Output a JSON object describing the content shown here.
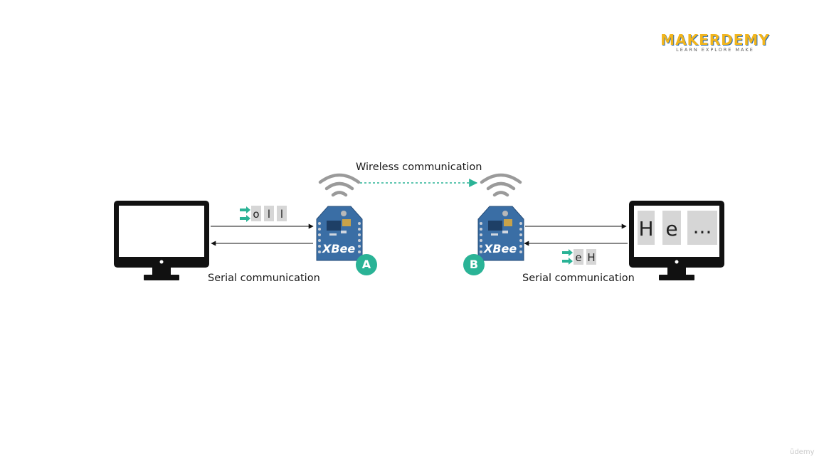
{
  "logo": {
    "word": "MAKERDEMY",
    "tagline": "LEARN EXPLORE MAKE"
  },
  "labels": {
    "wireless": "Wireless communication",
    "serial_left": "Serial communication",
    "serial_right": "Serial communication"
  },
  "badges": {
    "a": "A",
    "b": "B"
  },
  "module_text": "XBee",
  "left_buffer": [
    "o",
    "l",
    "l"
  ],
  "right_buffer": [
    "e",
    "H"
  ],
  "screen_text": [
    "H",
    "e",
    "..."
  ],
  "watermark": "ūdemy",
  "colors": {
    "accent": "#2ab396",
    "monitor": "#111111",
    "cell": "#d6d6d6",
    "board": "#3a6ea5",
    "signal": "#9a9a9a"
  }
}
